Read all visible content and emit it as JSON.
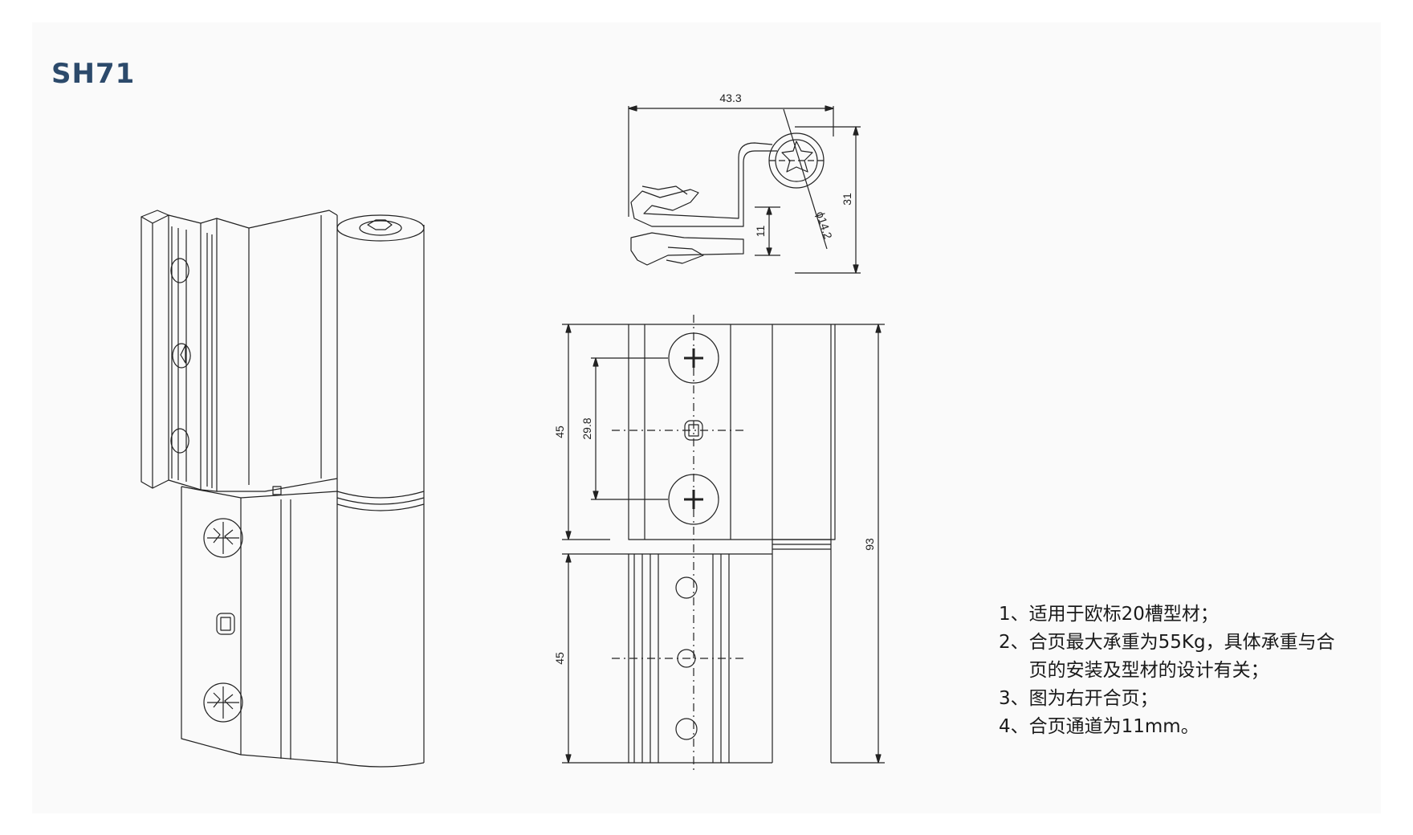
{
  "header": {
    "model_code": "SH71"
  },
  "dimensions": {
    "top_width": "43.3",
    "top_height": "31",
    "pin_diameter": "ϕ14.2",
    "channel_height": "11",
    "upper_leaf_height": "45",
    "screw_spacing": "29.8",
    "lower_leaf_height": "45",
    "total_height": "93"
  },
  "notes": [
    {
      "num": "1、",
      "text": "适用于欧标20槽型材；"
    },
    {
      "num": "2、",
      "text": "合页最大承重为55Kg，具体承重与合页的安装及型材的设计有关；"
    },
    {
      "num": "3、",
      "text": "图为右开合页；"
    },
    {
      "num": "4、",
      "text": "合页通道为11mm。"
    }
  ]
}
